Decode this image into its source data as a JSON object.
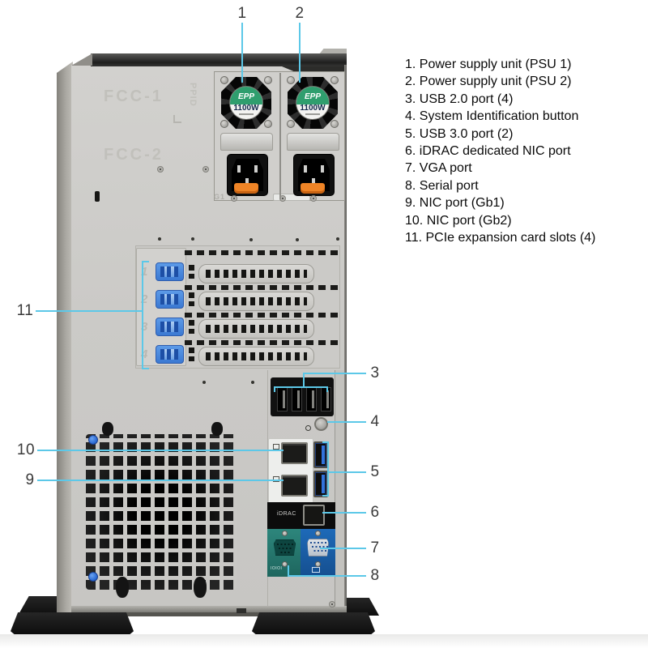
{
  "legend": {
    "items": [
      "1. Power supply unit (PSU 1)",
      "2. Power supply unit (PSU 2)",
      "3. USB 2.0 port (4)",
      "4. System Identification button",
      "5. USB 3.0 port (2)",
      "6. iDRAC dedicated NIC port",
      "7. VGA port",
      "8. Serial port",
      "9. NIC port (Gb1)",
      "10. NIC port (Gb2)",
      "11. PCIe expansion card slots (4)"
    ]
  },
  "callouts": {
    "labels": [
      "1",
      "2",
      "3",
      "4",
      "5",
      "6",
      "7",
      "8",
      "9",
      "10",
      "11"
    ]
  },
  "psu": {
    "badge_top": "EPP",
    "badge_watt": "1100W"
  },
  "embossed": {
    "fcc1": "FCC-1",
    "fcc2": "FCC-2",
    "ppid": "PPID",
    "psu_corner": "G1"
  },
  "pcie": {
    "slot_numbers": [
      "1",
      "2",
      "3",
      "4"
    ]
  },
  "io": {
    "idrac_label": "iDRAC",
    "serial_label": "IOIOI"
  },
  "colors": {
    "callout_line": "#5cc8e8",
    "psu_badge_green": "#2f9e6e",
    "inlet_clip_orange": "#ef8426",
    "latch_blue": "#3b79d2",
    "usb3_blue": "#3273dd",
    "serial_bg": "#27776e",
    "vga_bg": "#1a5fae"
  }
}
